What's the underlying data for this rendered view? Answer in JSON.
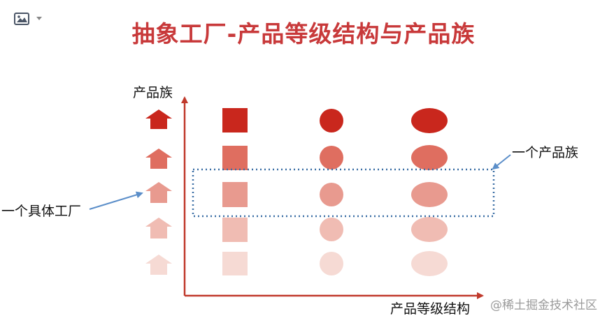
{
  "slide": {
    "title": "抽象工厂-产品等级结构与产品族",
    "y_axis_label": "产品族",
    "x_axis_label": "产品等级结构",
    "family_callout": "一个产品族",
    "factory_callout": "一个具体工厂",
    "watermark": "@稀土掘金技术社区"
  },
  "toolbar": {
    "image_icon": "image-icon",
    "dropdown_icon": "caret-down-icon"
  },
  "colors": {
    "title": "#c8393a",
    "axis": "#c0392b",
    "callout": "#5b8ec9",
    "box": "#3a6ea5",
    "rows": [
      "#c9271d",
      "#df6e60",
      "#e89a8f",
      "#f0bcb3",
      "#f6dad4"
    ]
  }
}
